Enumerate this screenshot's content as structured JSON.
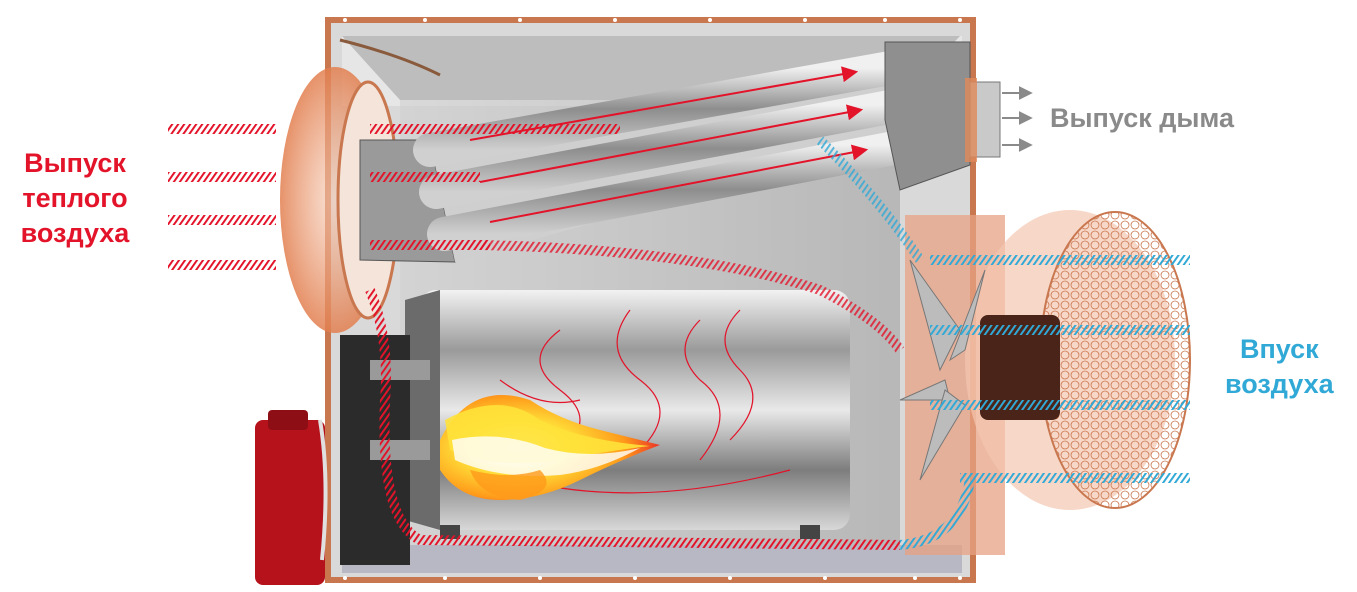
{
  "labels": {
    "warm_air_outlet": [
      "Выпуск",
      "теплого",
      "воздуха"
    ],
    "smoke_outlet": "Выпуск дыма",
    "air_intake": [
      "Впуск",
      "воздуха"
    ]
  },
  "colors": {
    "warm_air": "#e3132a",
    "cold_air": "#31a9d6",
    "smoke": "#8a8a8a",
    "casing_frame": "#c9774f",
    "burner": "#b5121b"
  }
}
